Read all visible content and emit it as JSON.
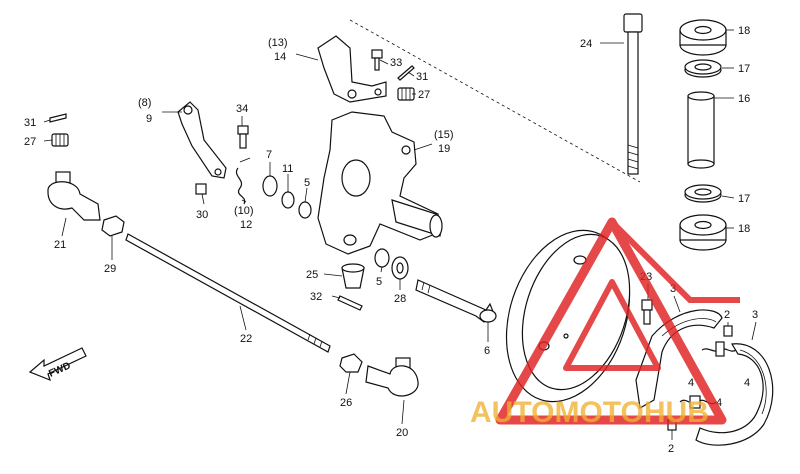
{
  "diagram": {
    "watermark": {
      "text": "AUTOMOTOHUB",
      "color_red": "#e02020",
      "color_gold": "#f0b030"
    },
    "fwd_label": "FWD",
    "labels": [
      "(13)",
      "14",
      "33",
      "31",
      "27",
      "24",
      "18",
      "17",
      "16",
      "(8)",
      "9",
      "34",
      "31",
      "27",
      "(15)",
      "19",
      "7",
      "11",
      "5",
      "17",
      "18",
      "30",
      "(10)",
      "12",
      "21",
      "29",
      "25",
      "5",
      "28",
      "23",
      "3",
      "32",
      "22",
      "6",
      "2",
      "3",
      "4",
      "4",
      "26",
      "20",
      "4",
      "2"
    ]
  }
}
